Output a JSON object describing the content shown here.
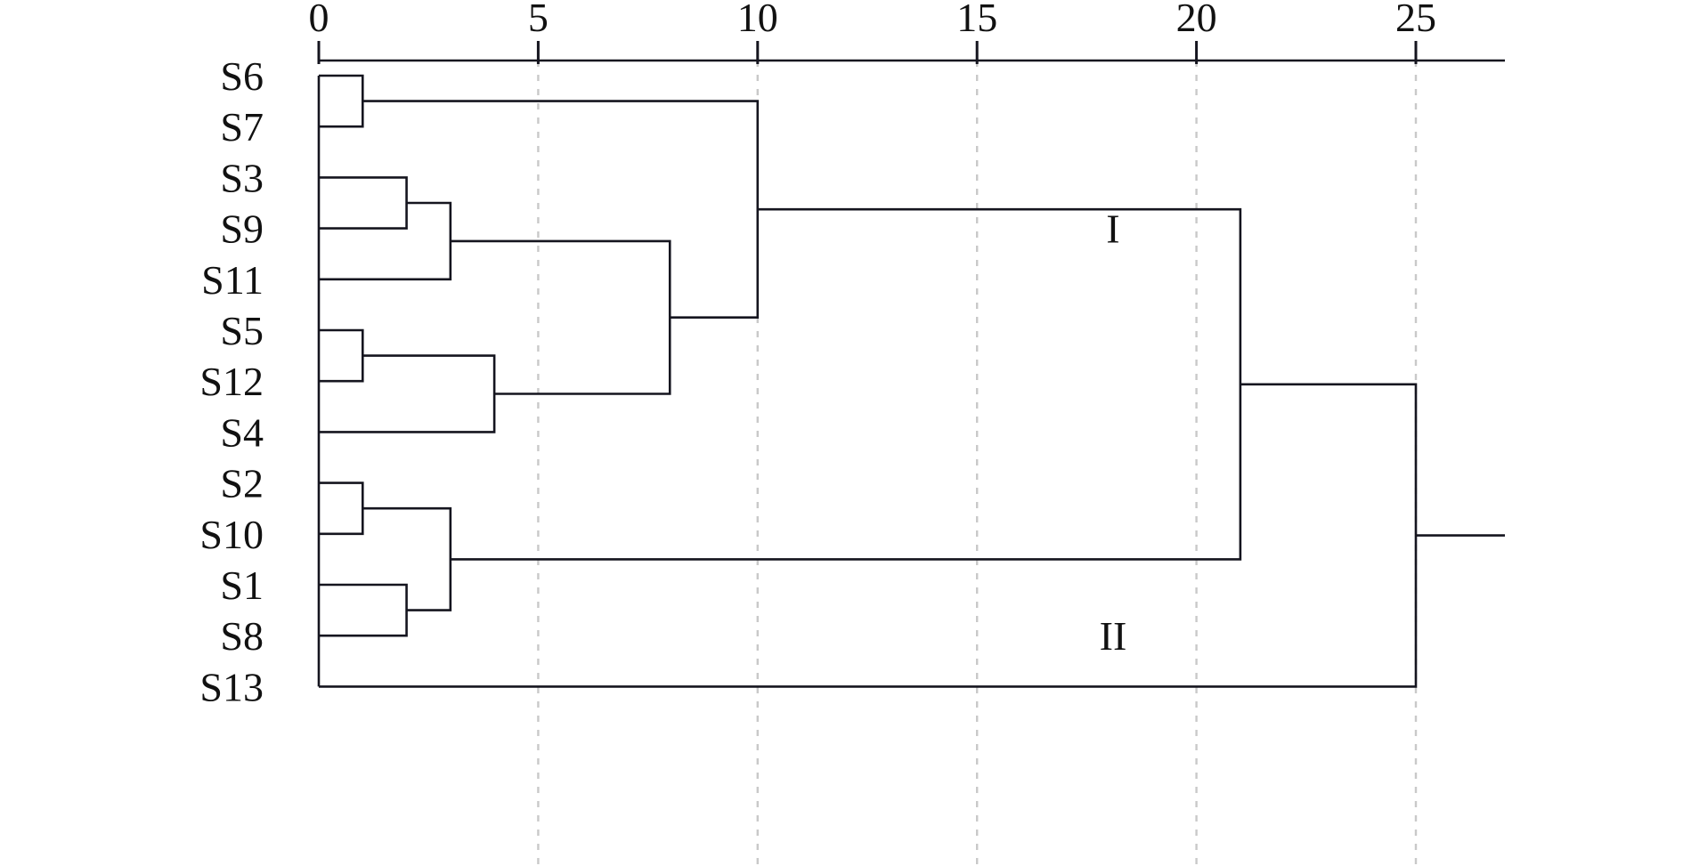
{
  "figure": {
    "type": "dendrogram",
    "title": "",
    "orientation": "horizontal-left-to-right"
  },
  "axis": {
    "name": "distance-axis",
    "position": "top",
    "ticks": [
      {
        "value": 0,
        "label": "0"
      },
      {
        "value": 5,
        "label": "5"
      },
      {
        "value": 10,
        "label": "10"
      },
      {
        "value": 15,
        "label": "15"
      },
      {
        "value": 20,
        "label": "20"
      },
      {
        "value": 25,
        "label": "25"
      }
    ],
    "range": [
      0,
      25
    ],
    "grid": true
  },
  "leaves": [
    {
      "id": "S6",
      "label": "S6"
    },
    {
      "id": "S7",
      "label": "S7"
    },
    {
      "id": "S3",
      "label": "S3"
    },
    {
      "id": "S9",
      "label": "S9"
    },
    {
      "id": "S11",
      "label": "S11"
    },
    {
      "id": "S5",
      "label": "S5"
    },
    {
      "id": "S12",
      "label": "S12"
    },
    {
      "id": "S4",
      "label": "S4"
    },
    {
      "id": "S2",
      "label": "S2"
    },
    {
      "id": "S10",
      "label": "S10"
    },
    {
      "id": "S1",
      "label": "S1"
    },
    {
      "id": "S8",
      "label": "S8"
    },
    {
      "id": "S13",
      "label": "S13"
    }
  ],
  "cluster_labels": [
    {
      "name": "cluster-I",
      "text": "I",
      "x": 18.1,
      "row": 3.0
    },
    {
      "name": "cluster-II",
      "text": "II",
      "x": 18.1,
      "row": 11.0
    }
  ],
  "chart_data": {
    "type": "dendrogram",
    "title": "",
    "xlabel": "",
    "ylabel": "",
    "xlim": [
      0,
      25
    ],
    "grid": true,
    "legend": "none",
    "categories": [
      "S6",
      "S7",
      "S3",
      "S9",
      "S11",
      "S5",
      "S12",
      "S4",
      "S2",
      "S10",
      "S1",
      "S8",
      "S13"
    ],
    "tick_values": [
      0,
      5,
      10,
      15,
      20,
      25
    ],
    "tick_labels": [
      "0",
      "5",
      "10",
      "15",
      "20",
      "25"
    ],
    "annotations": [
      {
        "text": "I",
        "distance": 18.1,
        "leaf_index": 3.0
      },
      {
        "text": "II",
        "distance": 18.1,
        "leaf_index": 11.0
      }
    ],
    "merges": [
      {
        "id": "m1",
        "left": "S6",
        "right": "S7",
        "distance": 1.0
      },
      {
        "id": "m2",
        "left": "S3",
        "right": "S9",
        "distance": 2.0
      },
      {
        "id": "m3",
        "left": "m2",
        "right": "S11",
        "distance": 3.0
      },
      {
        "id": "m4",
        "left": "S5",
        "right": "S12",
        "distance": 1.0
      },
      {
        "id": "m5",
        "left": "m4",
        "right": "S4",
        "distance": 4.0
      },
      {
        "id": "m6",
        "left": "m3",
        "right": "m5",
        "distance": 8.0
      },
      {
        "id": "m7",
        "left": "m1",
        "right": "m6",
        "distance": 10.0
      },
      {
        "id": "m8",
        "left": "S2",
        "right": "S10",
        "distance": 1.0
      },
      {
        "id": "m9",
        "left": "S1",
        "right": "S8",
        "distance": 2.0
      },
      {
        "id": "m10",
        "left": "m8",
        "right": "m9",
        "distance": 3.0
      },
      {
        "id": "m11",
        "left": "m7",
        "right": "m10",
        "distance": 21.0
      },
      {
        "id": "m12",
        "left": "m11",
        "right": "S13",
        "distance": 25.0
      }
    ]
  }
}
